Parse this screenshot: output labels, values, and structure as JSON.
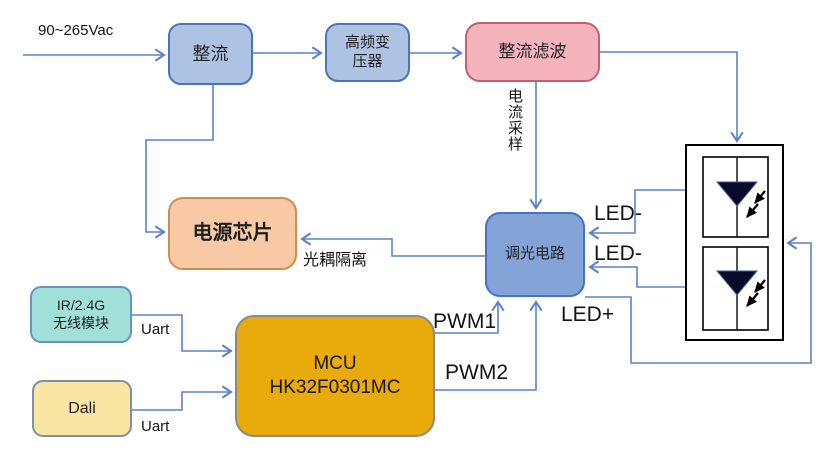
{
  "blocks": {
    "rectifier": {
      "label": "整流"
    },
    "transformer": {
      "line1": "高频变",
      "line2": "压器"
    },
    "rect_filter": {
      "label": "整流滤波"
    },
    "power_chip": {
      "label": "电源芯片"
    },
    "dimming": {
      "label": "调光电路"
    },
    "mcu": {
      "line1": "MCU",
      "line2": "HK32F0301MC"
    },
    "ir_module": {
      "line1": "IR/2.4G",
      "line2": "无线模块"
    },
    "dali": {
      "label": "Dali"
    }
  },
  "wire_labels": {
    "ac_input": "90~265Vac",
    "current_sampling": "电流采样",
    "opto_isolation": "光耦隔离",
    "led_minus_top": "LED-",
    "led_minus_bottom": "LED-",
    "led_plus": "LED+",
    "pwm1": "PWM1",
    "pwm2": "PWM2",
    "uart_ir": "Uart",
    "uart_dali": "Uart"
  },
  "colors": {
    "wire": "#5B82C8",
    "rectifier_fill": "#AEC3E4",
    "rectifier_border": "#4A76B9",
    "filter_fill": "#F5B3BE",
    "filter_border": "#C4606E",
    "power_chip_fill": "#F8C9A4",
    "power_chip_border": "#CE8E52",
    "dimming_fill": "#84A3D6",
    "dimming_border": "#4472C4",
    "mcu_fill": "#E9AB0C",
    "ir_module_fill": "#9FE0D8",
    "dali_fill": "#FBE5A3",
    "led_box_border": "#000000"
  }
}
